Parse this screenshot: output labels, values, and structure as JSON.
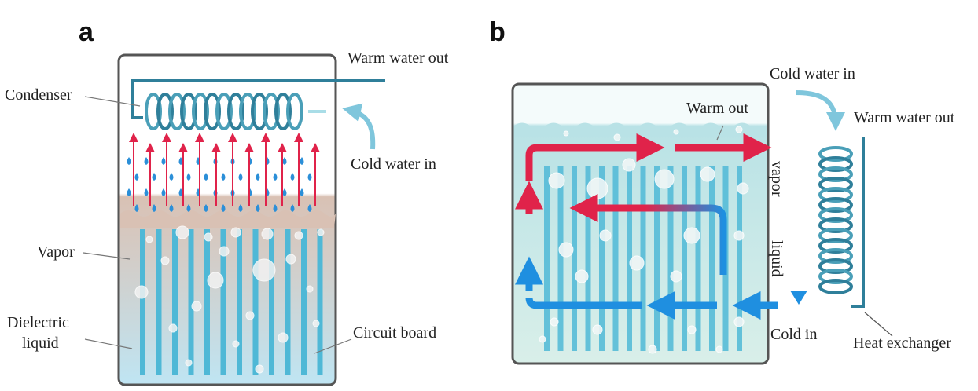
{
  "panels": {
    "a": {
      "letter": "a",
      "labels": {
        "condenser": "Condenser",
        "warm_water_out": "Warm water out",
        "cold_water_in": "Cold water in",
        "vapor": "Vapor",
        "dielectric_1": "Dielectric",
        "dielectric_2": "liquid",
        "circuit_board": "Circuit board"
      }
    },
    "b": {
      "letter": "b",
      "labels": {
        "cold_water_in": "Cold water in",
        "warm_out": "Warm out",
        "warm_water_out": "Warm water out",
        "vapor": "vapor",
        "liquid": "liquid",
        "cold_in": "Cold in",
        "heat_exchanger": "Heat exchanger"
      }
    }
  },
  "colors": {
    "outline": "#555555",
    "condenser": "#2f7f9a",
    "coil_light": "#a9dde7",
    "hot": "#e0234a",
    "cold": "#1f8fe0",
    "droplet": "#2b8fd8",
    "board": "#4fb8d6",
    "vapor_zone": "#dcc4b8",
    "liquid_bottom": "#bfe3f0"
  }
}
